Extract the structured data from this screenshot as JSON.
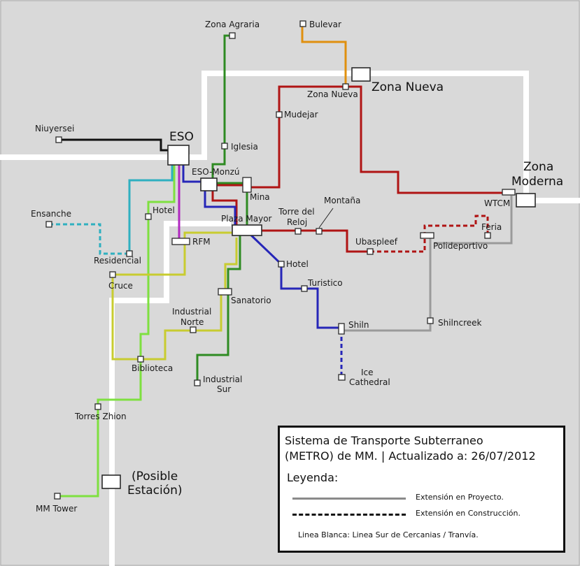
{
  "colors": {
    "background": "#d9d9d9",
    "rail_white": "#ffffff",
    "line_black": "#111111",
    "line_orange": "#e0900f",
    "line_darkgreen": "#2e8b22",
    "line_red": "#b01414",
    "line_blue": "#2626b8",
    "line_cyan": "#2fb0c0",
    "line_purple": "#b028c0",
    "line_lightgreen": "#7ee040",
    "line_yellow": "#c8cc30",
    "line_gray": "#9a9a9a"
  },
  "stations": {
    "zona_agraria": "Zona Agraria",
    "bulevar": "Bulevar",
    "zona_nueva_small": "Zona Nueva",
    "zona_nueva_big": "Zona Nueva",
    "mudejar": "Mudejar",
    "niuyersei": "Niuyersei",
    "eso": "ESO",
    "iglesia": "Iglesia",
    "eso_monzu": "ESO-Monzú",
    "mina": "Mina",
    "zona_moderna_1": "Zona",
    "zona_moderna_2": "Moderna",
    "wtcm": "WTCM",
    "ensanche": "Ensanche",
    "hotel_west": "Hotel",
    "rfm": "RFM",
    "plaza_mayor": "Plaza Mayor",
    "torre_reloj_1": "Torre del",
    "torre_reloj_2": "Reloj",
    "montana": "Montaña",
    "feria": "Feria",
    "residencial": "Residencial",
    "ubaspleef": "Ubaspleef",
    "polideportivo": "Polideportivo",
    "cruce": "Cruce",
    "hotel_east": "Hotel",
    "turistico": "Turistico",
    "sanatorio": "Sanatorio",
    "industrial_norte_1": "Industrial",
    "industrial_norte_2": "Norte",
    "shilncreek": "Shilncreek",
    "shiln": "Shiln",
    "biblioteca": "Biblioteca",
    "ice_cathedral_1": "Ice",
    "ice_cathedral_2": "Cathedral",
    "industrial_sur_1": "Industrial",
    "industrial_sur_2": "Sur",
    "torres_zhion": "Torres Zhion",
    "posible_1": "(Posible",
    "posible_2": "Estación)",
    "mm_tower": "MM Tower"
  },
  "legend": {
    "title_line1": "Sistema de Transporte Subterraneo",
    "title_line2": "(METRO) de MM. | Actualizado a: 26/07/2012",
    "heading": "Leyenda:",
    "proyecto": "Extensión en Proyecto.",
    "construccion": "Extensión en Construcción.",
    "note": "Linea Blanca: Linea Sur de Cercanias / Tranvía."
  }
}
